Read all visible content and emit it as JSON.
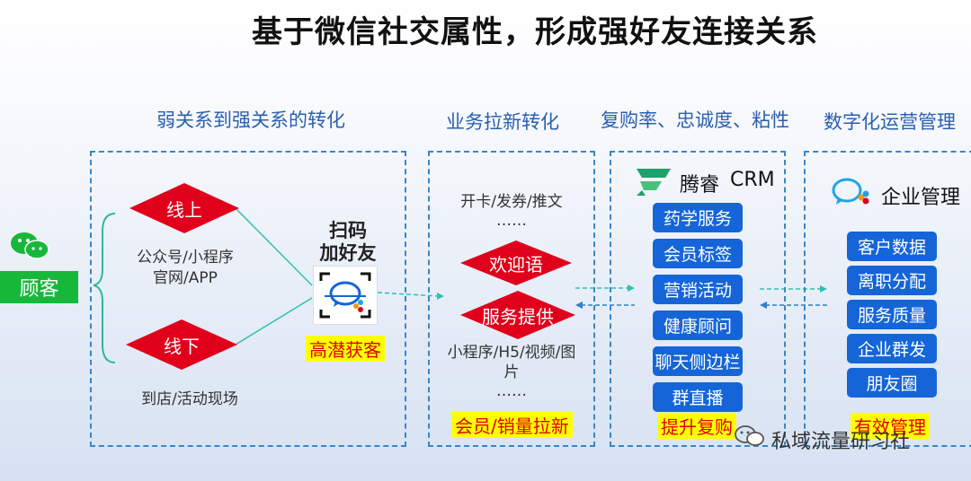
{
  "title": "基于微信社交属性，形成强好友连接关系",
  "stages": [
    "弱关系到强关系的转化",
    "业务拉新转化",
    "复购率、忠诚度、粘性",
    "数字化运营管理"
  ],
  "customer": {
    "label": "顾客"
  },
  "panel1": {
    "online": "线上",
    "online_sub1": "公众号/小程序",
    "online_sub2": "官网/APP",
    "offline": "线下",
    "offline_sub": "到店/活动现场",
    "scan1": "扫码",
    "scan2": "加好友",
    "highlight": "高潜获客"
  },
  "panel2": {
    "top1": "开卡/发券/推文",
    "dots1": "……",
    "d1": "欢迎语",
    "d2": "服务提供",
    "sub1": "小程序/H5/视频/图",
    "sub2": "片",
    "dots2": "……",
    "highlight": "会员/销量拉新"
  },
  "panel3": {
    "brand": "腾睿",
    "crm": "CRM",
    "items": [
      "药学服务",
      "会员标签",
      "营销活动",
      "健康顾问",
      "聊天侧边栏",
      "群直播"
    ],
    "highlight": "提升复购"
  },
  "panel4": {
    "brand": "企业管理",
    "items": [
      "客户数据",
      "离职分配",
      "服务质量",
      "企业群发",
      "朋友圈"
    ],
    "highlight": "有效管理"
  },
  "watermark": "私域流量研习社",
  "colors": {
    "accent_blue": "#1565d8",
    "diamond_red": "#e0001b",
    "highlight_yellow": "#ffff00",
    "wechat_green": "#17b83a"
  }
}
